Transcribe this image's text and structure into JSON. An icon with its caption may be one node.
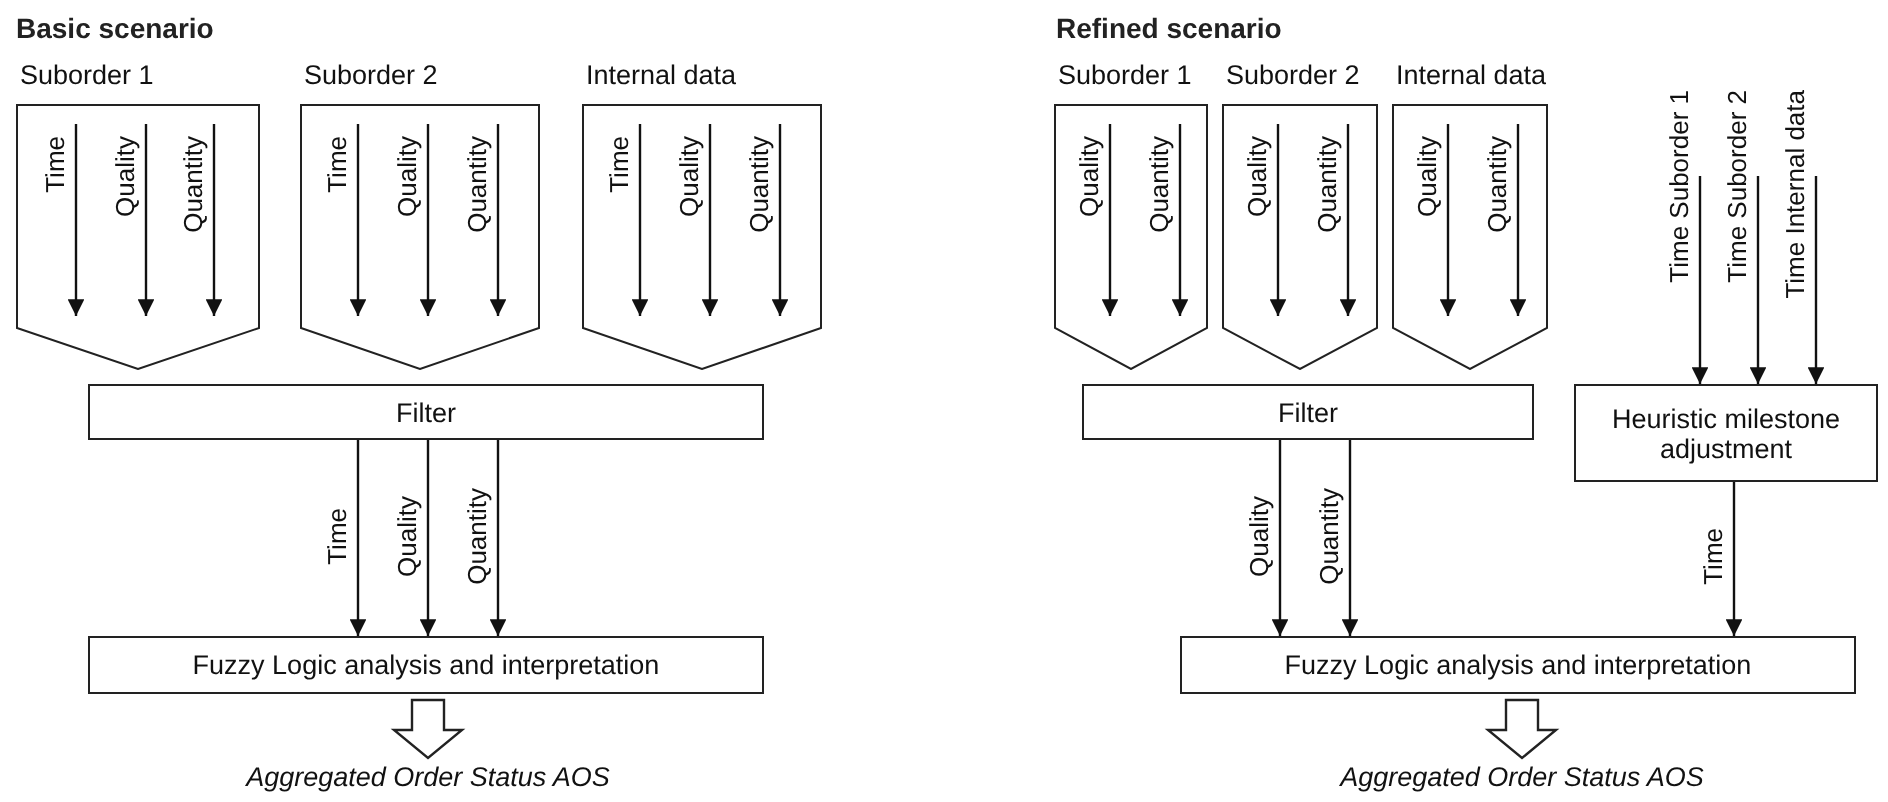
{
  "diagram": {
    "nodes": [
      {
        "text": [
          "Suborder 1"
        ]
      },
      {
        "text": [
          "Suborder 2"
        ]
      },
      {
        "text": [
          "Internal data"
        ]
      },
      {
        "text": [
          "Filter"
        ]
      },
      {
        "text": [
          "Fuzzy Logic analysis and interpretation"
        ]
      },
      {
        "text": [
          "Aggregated Order Status AOS"
        ]
      },
      {
        "text": [
          "Suborder 1"
        ]
      },
      {
        "text": [
          "Suborder 2"
        ]
      },
      {
        "text": [
          "Internal data"
        ]
      },
      {
        "text": [
          "Filter"
        ]
      },
      {
        "text": [
          "Heuristic milestone adjustment"
        ]
      },
      {
        "text": [
          "Fuzzy Logic analysis and interpretation"
        ]
      },
      {
        "text": [
          "Aggregated Order Status AOS"
        ]
      }
    ],
    "edges": [
      {
        "from": null,
        "to": 0,
        "arrow": "to",
        "label": "Time"
      },
      {
        "from": null,
        "to": 0,
        "arrow": "to",
        "label": "Quality"
      },
      {
        "from": null,
        "to": 0,
        "arrow": "to",
        "label": "Quantity"
      },
      {
        "from": null,
        "to": 1,
        "arrow": "to",
        "label": "Time"
      },
      {
        "from": null,
        "to": 1,
        "arrow": "to",
        "label": "Quality"
      },
      {
        "from": null,
        "to": 1,
        "arrow": "to",
        "label": "Quantity"
      },
      {
        "from": null,
        "to": 2,
        "arrow": "to",
        "label": "Time"
      },
      {
        "from": null,
        "to": 2,
        "arrow": "to",
        "label": "Quality"
      },
      {
        "from": null,
        "to": 2,
        "arrow": "to",
        "label": "Quantity"
      },
      {
        "from": 3,
        "to": 4,
        "arrow": "to",
        "label": "Time"
      },
      {
        "from": 3,
        "to": 4,
        "arrow": "to",
        "label": "Quality"
      },
      {
        "from": 3,
        "to": 4,
        "arrow": "to",
        "label": "Quantity"
      },
      {
        "from": 4,
        "to": 5,
        "arrow": "to",
        "style": "thick"
      },
      {
        "from": null,
        "to": 6,
        "arrow": "to",
        "label": "Quality"
      },
      {
        "from": null,
        "to": 6,
        "arrow": "to",
        "label": "Quantity"
      },
      {
        "from": null,
        "to": 7,
        "arrow": "to",
        "label": "Quality"
      },
      {
        "from": null,
        "to": 7,
        "arrow": "to",
        "label": "Quantity"
      },
      {
        "from": null,
        "to": 8,
        "arrow": "to",
        "label": "Quality"
      },
      {
        "from": null,
        "to": 8,
        "arrow": "to",
        "label": "Quantity"
      },
      {
        "from": null,
        "to": 10,
        "arrow": "to",
        "label": "Time Suborder 1"
      },
      {
        "from": null,
        "to": 10,
        "arrow": "to",
        "label": "Time Suborder 2"
      },
      {
        "from": null,
        "to": 10,
        "arrow": "to",
        "label": "Time Internal data"
      },
      {
        "from": 9,
        "to": 11,
        "arrow": "to",
        "label": "Quality"
      },
      {
        "from": 9,
        "to": 11,
        "arrow": "to",
        "label": "Quantity"
      },
      {
        "from": 10,
        "to": 11,
        "arrow": "to",
        "label": "Time"
      },
      {
        "from": 11,
        "to": 12,
        "arrow": "to",
        "style": "thick"
      }
    ],
    "labels": [
      "Basic scenario",
      "Refined scenario"
    ]
  }
}
